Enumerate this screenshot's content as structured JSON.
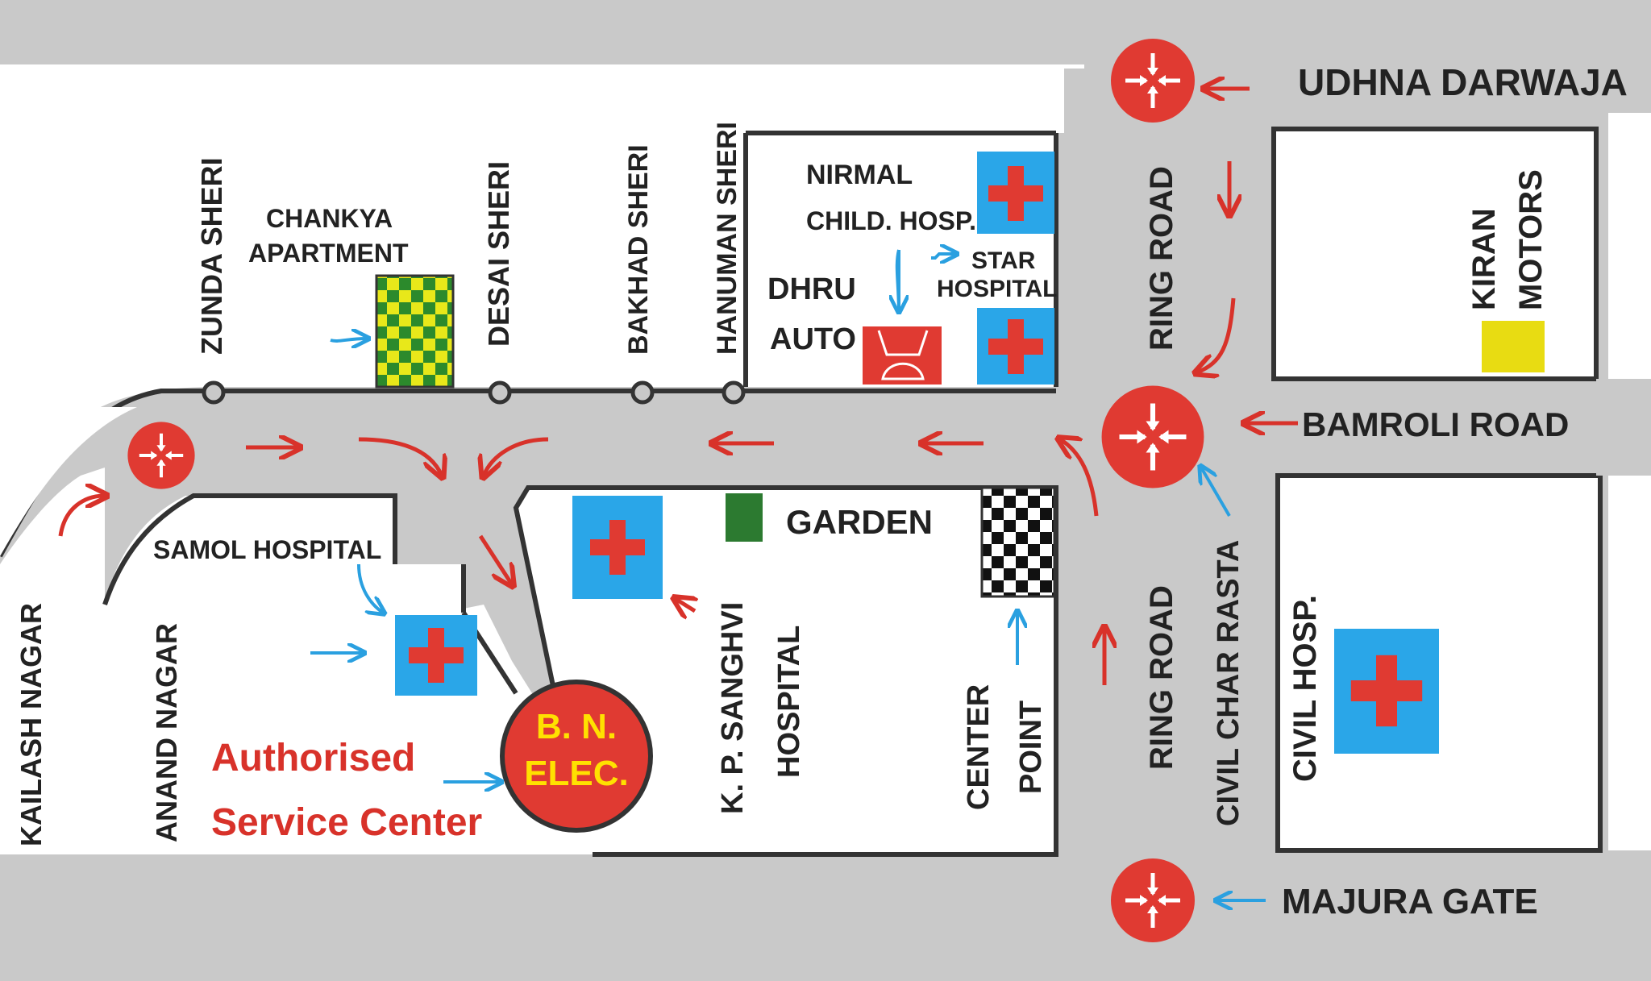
{
  "places": {
    "udhna_darwaja": "UDHNA DARWAJA",
    "ring_road_top": "RING ROAD",
    "ring_road_bottom": "RING ROAD",
    "bamroli_road": "BAMROLI ROAD",
    "majura_gate": "MAJURA GATE",
    "civil_char_rasta": "CIVIL CHAR RASTA",
    "civil_hosp": "CIVIL HOSP.",
    "kiran_motors_1": "KIRAN",
    "kiran_motors_2": "MOTORS",
    "nirmal_1": "NIRMAL",
    "nirmal_2": "CHILD. HOSP.",
    "star_1": "STAR",
    "star_2": "HOSPITAL",
    "dhru_1": "DHRU",
    "dhru_2": "AUTO",
    "hanuman_sheri": "HANUMAN SHERI",
    "bakhad_sheri": "BAKHAD SHERI",
    "desai_sheri": "DESAI SHERI",
    "zunda_sheri": "ZUNDA SHERI",
    "chankya_1": "CHANKYA",
    "chankya_2": "APARTMENT",
    "samol_hospital": "SAMOL HOSPITAL",
    "kailash_nagar": "KAILASH NAGAR",
    "anand_nagar": "ANAND NAGAR",
    "garden": "GARDEN",
    "kp_sanghvi_1": "K. P. SANGHVI",
    "kp_sanghvi_2": "HOSPITAL",
    "center_point_1": "CENTER",
    "center_point_2": "POINT"
  },
  "service": {
    "line1": "Authorised",
    "line2": "Service Center",
    "badge1": "B. N.",
    "badge2": "ELEC."
  },
  "colors": {
    "road": "#c9c9c9",
    "block": "#ffffff",
    "arrow_red": "#d8322a",
    "arrow_blue": "#2aa0e0",
    "hospital_blue": "#2aa6e8",
    "cross_red": "#e03a32",
    "badge_yellow": "#ffe100"
  }
}
